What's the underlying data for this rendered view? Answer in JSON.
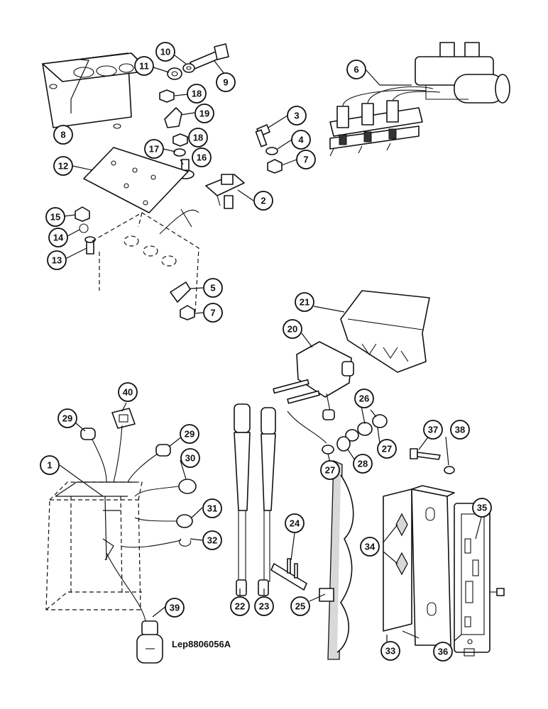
{
  "drawing_ref": "Lep8806056A",
  "callouts": [
    "1",
    "2",
    "3",
    "4",
    "5",
    "6",
    "7",
    "7",
    "8",
    "9",
    "10",
    "11",
    "12",
    "13",
    "14",
    "15",
    "16",
    "17",
    "18",
    "18",
    "19",
    "20",
    "21",
    "22",
    "23",
    "24",
    "25",
    "26",
    "27",
    "27",
    "28",
    "29",
    "29",
    "30",
    "31",
    "32",
    "33",
    "34",
    "35",
    "36",
    "37",
    "38",
    "39",
    "40"
  ],
  "parts": [
    "mounting-plate-8",
    "backing-plate-12",
    "switch-2",
    "solenoid-relay-assembly-6",
    "wiper-motor-20",
    "motor-cover-21",
    "wiper-arm-22",
    "wiper-arm-23",
    "wiper-blade-25",
    "bracket-24",
    "console-housing-1",
    "cover-pad-34",
    "spacer-block-33",
    "fuse-panel-36",
    "lamp-39"
  ]
}
